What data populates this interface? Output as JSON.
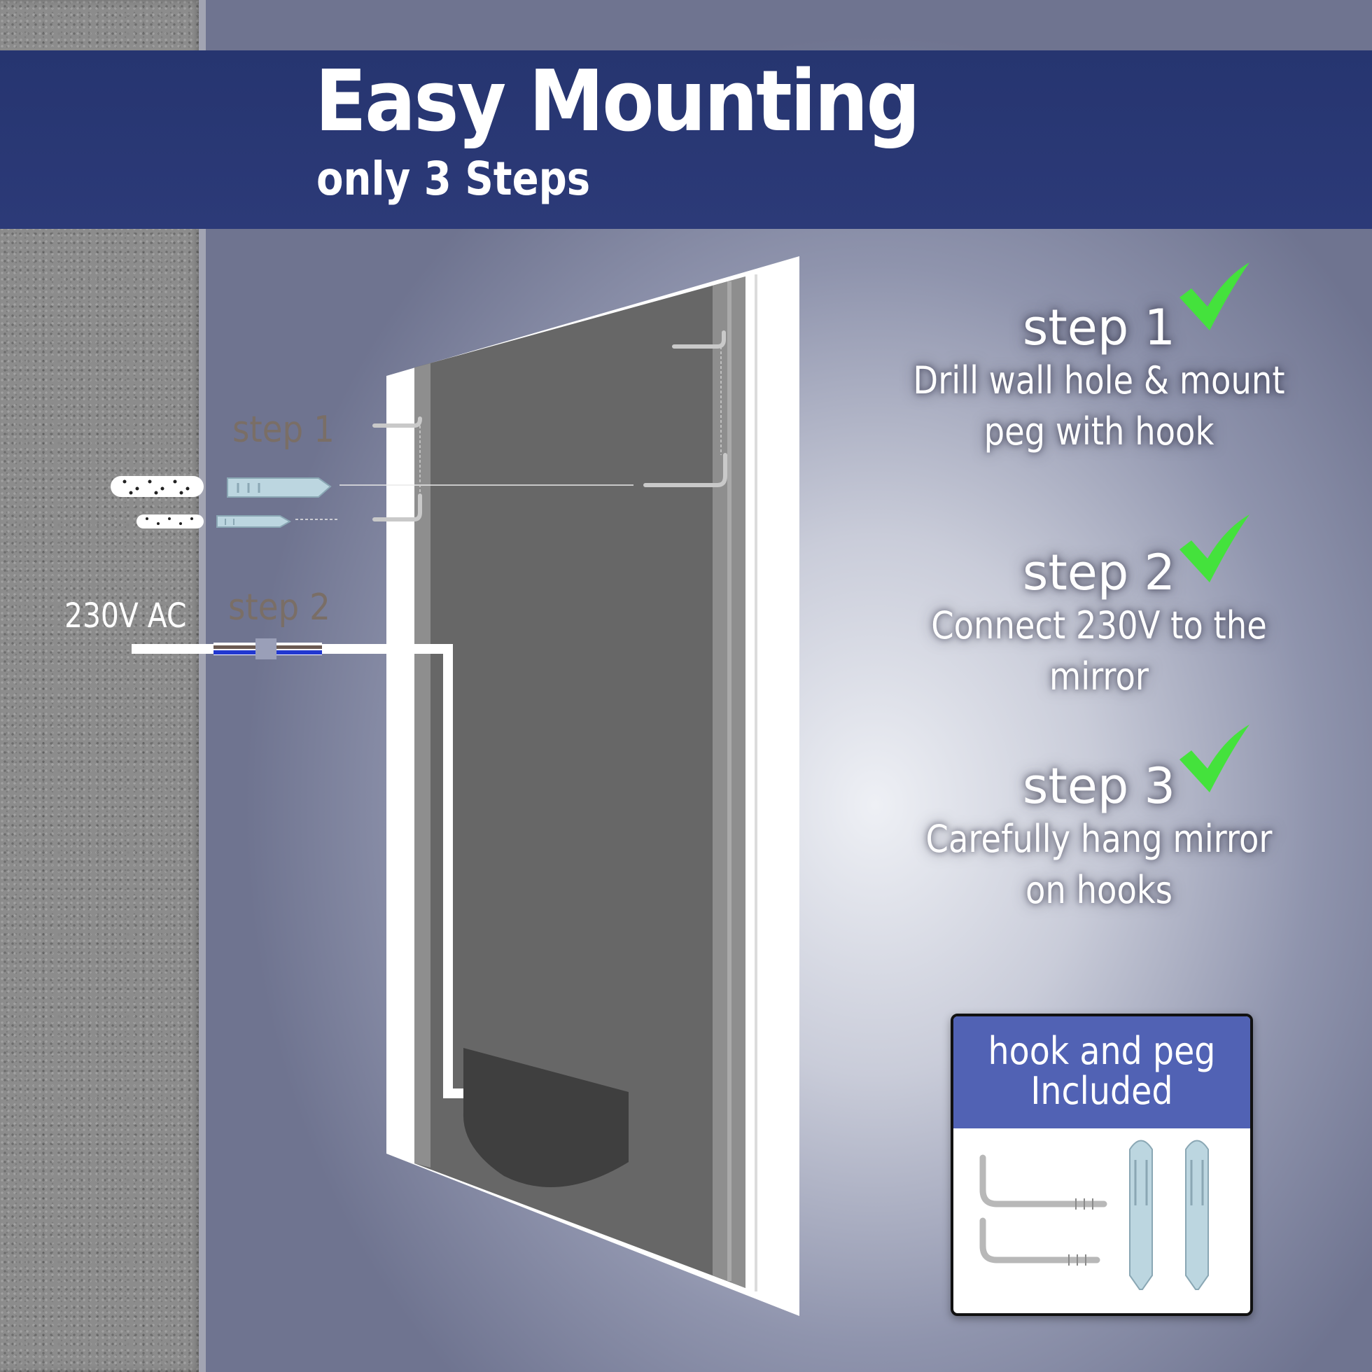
{
  "header": {
    "title": "Easy Mounting",
    "subtitle": "only 3 Steps"
  },
  "diagram": {
    "step1_label": "step 1",
    "step2_label": "step 2",
    "voltage_label": "230V AC"
  },
  "steps": [
    {
      "heading": "step 1",
      "lines": [
        "Drill wall hole & mount",
        "peg with hook"
      ]
    },
    {
      "heading": "step 2",
      "lines": [
        "Connect 230V to the mirror"
      ]
    },
    {
      "heading": "step 3",
      "lines": [
        "Carefully hang mirror",
        "on hooks"
      ]
    }
  ],
  "kit": {
    "title_lines": [
      "hook and peg",
      "Included"
    ]
  },
  "colors": {
    "banner": "#2a3874",
    "check": "#44e23c",
    "kit_header": "#5162b4",
    "label_brown": "#7a6e66"
  },
  "icons": [
    "checkmark-icon",
    "hook-icon",
    "wall-plug-icon"
  ]
}
